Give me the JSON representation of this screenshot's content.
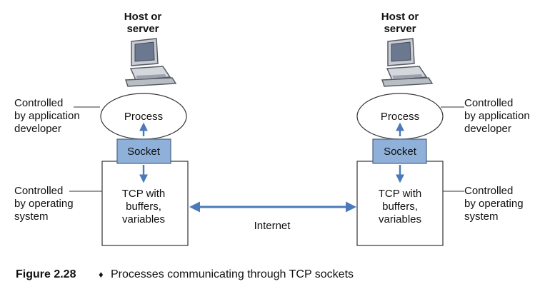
{
  "left_host": {
    "title_line1": "Host or",
    "title_line2": "server",
    "process_label": "Process",
    "socket_label": "Socket",
    "tcp_line1": "TCP with",
    "tcp_line2": "buffers,",
    "tcp_line3": "variables",
    "app_note_line1": "Controlled",
    "app_note_line2": "by application",
    "app_note_line3": "developer",
    "os_note_line1": "Controlled",
    "os_note_line2": "by operating",
    "os_note_line3": "system"
  },
  "right_host": {
    "title_line1": "Host or",
    "title_line2": "server",
    "process_label": "Process",
    "socket_label": "Socket",
    "tcp_line1": "TCP with",
    "tcp_line2": "buffers,",
    "tcp_line3": "variables",
    "app_note_line1": "Controlled",
    "app_note_line2": "by application",
    "app_note_line3": "developer",
    "os_note_line1": "Controlled",
    "os_note_line2": "by operating",
    "os_note_line3": "system"
  },
  "network": {
    "label": "Internet"
  },
  "caption": {
    "figure_number": "Figure 2.28",
    "bullet": "♦",
    "text": "Processes communicating through TCP sockets"
  },
  "colors": {
    "socket_fill": "#8fb0d8",
    "arrow": "#4a7ab8",
    "monitor_body": "#c9ccd2",
    "screen": "#6c7890"
  }
}
